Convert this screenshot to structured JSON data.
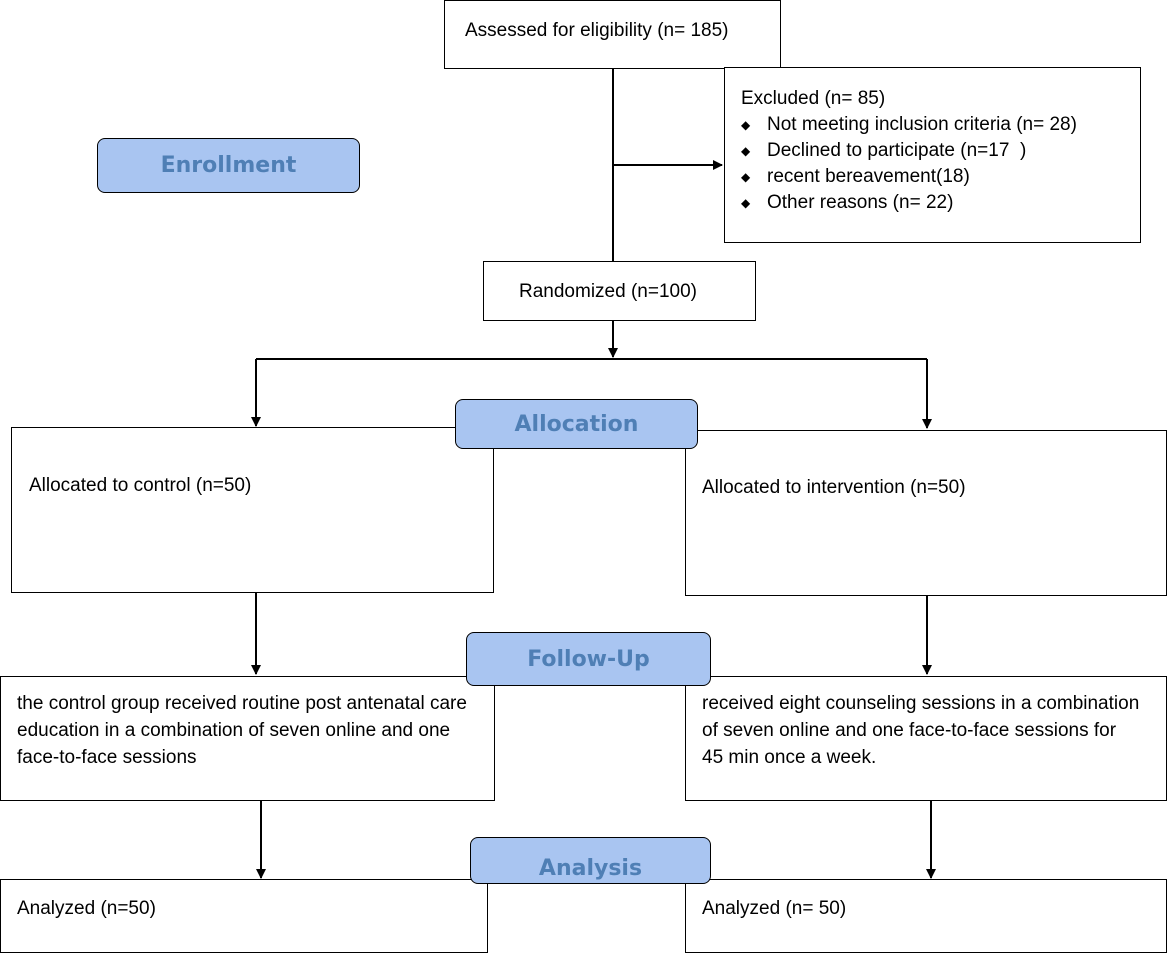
{
  "enrollment": {
    "assessed": "Assessed for eligibility (n= 185)",
    "excluded": {
      "title": "Excluded (n= 85)",
      "items": [
        "Not meeting inclusion criteria (n= 28)",
        "Declined to participate (n=17  )",
        "recent bereavement(18)",
        "Other reasons (n= 22)"
      ]
    },
    "randomized": "Randomized (n=100)"
  },
  "stages": {
    "enrollment": "Enrollment",
    "allocation": "Allocation",
    "follow_up": "Follow-Up",
    "analysis": "Analysis"
  },
  "control": {
    "allocated": "Allocated to control (n=50)",
    "follow_up": "the control group received routine post antenatal care education in a combination of seven online and one face-to-face sessions",
    "analyzed": "Analyzed (n=50)"
  },
  "intervention": {
    "allocated": "Allocated to intervention (n=50)",
    "follow_up": "received eight counseling sessions in a combination of seven online and one face-to-face sessions for 45 min once a week.",
    "analyzed": "Analyzed (n= 50)"
  },
  "icons": {
    "bullet": "diamond-bullet-icon"
  }
}
